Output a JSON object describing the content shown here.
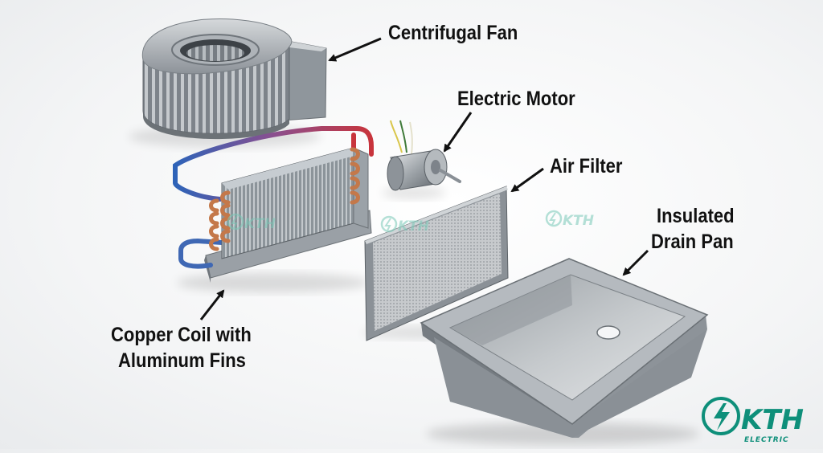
{
  "labels": {
    "centrifugal_fan": "Centrifugal Fan",
    "electric_motor": "Electric Motor",
    "air_filter": "Air Filter",
    "drain_pan_line1": "Insulated",
    "drain_pan_line2": "Drain Pan",
    "coil_line1": "Copper Coil with",
    "coil_line2": "Aluminum Fins"
  },
  "watermark": {
    "text": "KTH"
  },
  "logo": {
    "text": "KTH",
    "subtext": "ELECTRIC"
  },
  "colors": {
    "text": "#111111",
    "metal": "#a9aeb3",
    "metal_dark": "#6f757b",
    "copper": "#c4784a",
    "pipe_hot": "#c8343c",
    "pipe_cold": "#2e63b8",
    "logo_teal": "#0e8f7a",
    "watermark_teal": "#79c9b8"
  }
}
